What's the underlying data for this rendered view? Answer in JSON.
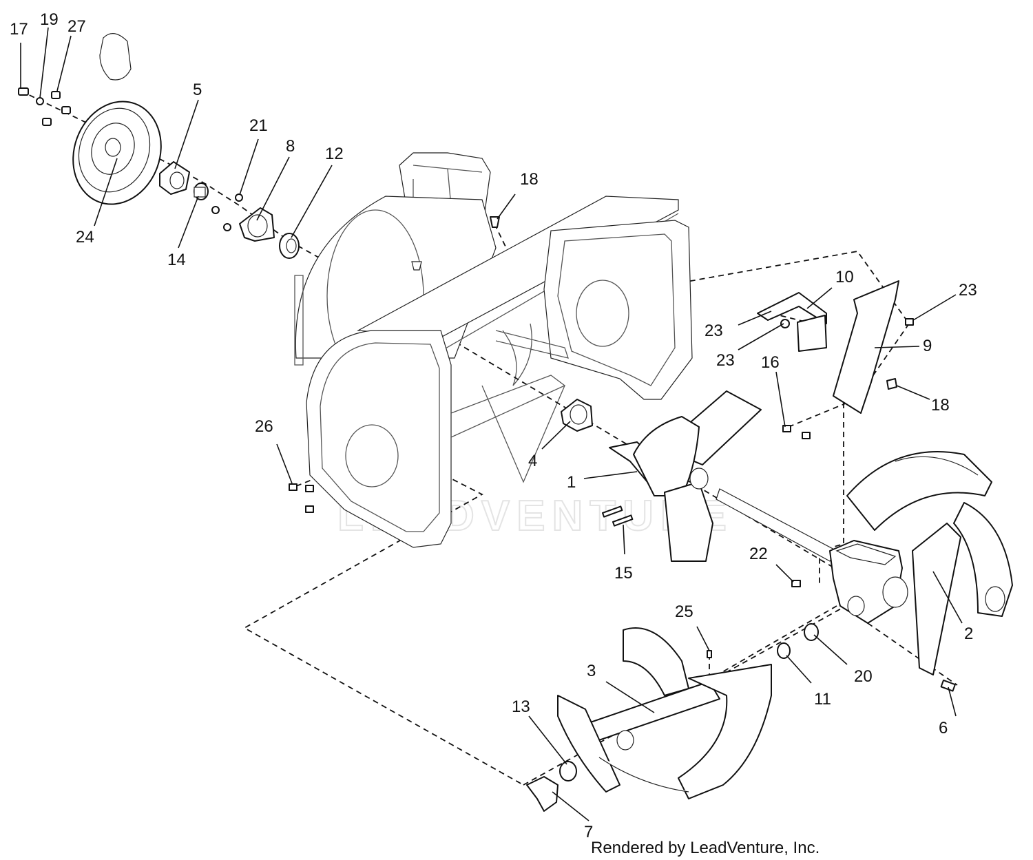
{
  "watermark": "LEADVENTURE",
  "credit": "Rendered by LeadVenture, Inc.",
  "callouts": [
    {
      "id": "c17",
      "text": "17"
    },
    {
      "id": "c19",
      "text": "19"
    },
    {
      "id": "c27",
      "text": "27"
    },
    {
      "id": "c5",
      "text": "5"
    },
    {
      "id": "c24",
      "text": "24"
    },
    {
      "id": "c14",
      "text": "14"
    },
    {
      "id": "c21",
      "text": "21"
    },
    {
      "id": "c8",
      "text": "8"
    },
    {
      "id": "c12",
      "text": "12"
    },
    {
      "id": "c18a",
      "text": "18"
    },
    {
      "id": "c10",
      "text": "10"
    },
    {
      "id": "c23a",
      "text": "23"
    },
    {
      "id": "c23b",
      "text": "23"
    },
    {
      "id": "c23c",
      "text": "23"
    },
    {
      "id": "c9",
      "text": "9"
    },
    {
      "id": "c16",
      "text": "16"
    },
    {
      "id": "c18b",
      "text": "18"
    },
    {
      "id": "c26",
      "text": "26"
    },
    {
      "id": "c4",
      "text": "4"
    },
    {
      "id": "c1",
      "text": "1"
    },
    {
      "id": "c15",
      "text": "15"
    },
    {
      "id": "c22",
      "text": "22"
    },
    {
      "id": "c2",
      "text": "2"
    },
    {
      "id": "c25",
      "text": "25"
    },
    {
      "id": "c3",
      "text": "3"
    },
    {
      "id": "c11",
      "text": "11"
    },
    {
      "id": "c20",
      "text": "20"
    },
    {
      "id": "c13",
      "text": "13"
    },
    {
      "id": "c6",
      "text": "6"
    },
    {
      "id": "c7",
      "text": "7"
    }
  ]
}
